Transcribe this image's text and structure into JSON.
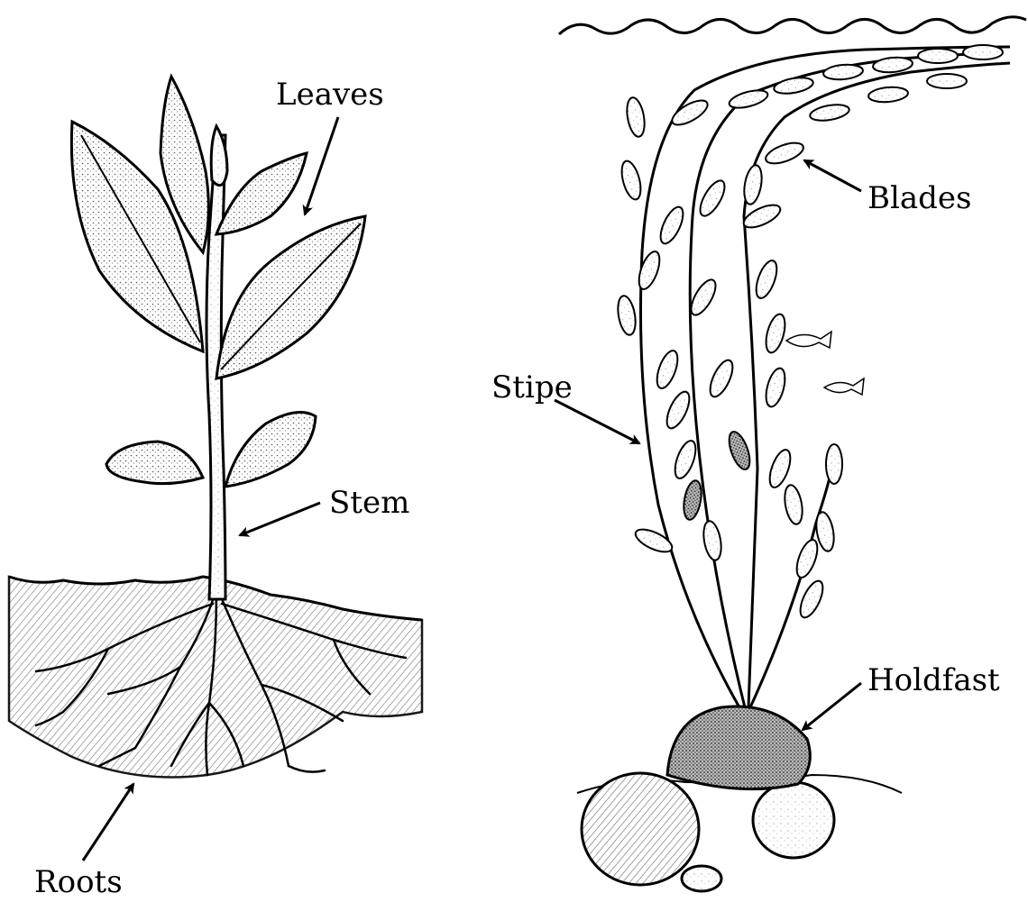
{
  "labels": {
    "leaves": "Leaves",
    "stem": "Stem",
    "roots": "Roots",
    "blades": "Blades",
    "stipe": "Stipe",
    "holdfast": "Holdfast"
  },
  "colors": {
    "ink": "#000000",
    "background": "#ffffff",
    "stipple": "#8a8a8a"
  }
}
